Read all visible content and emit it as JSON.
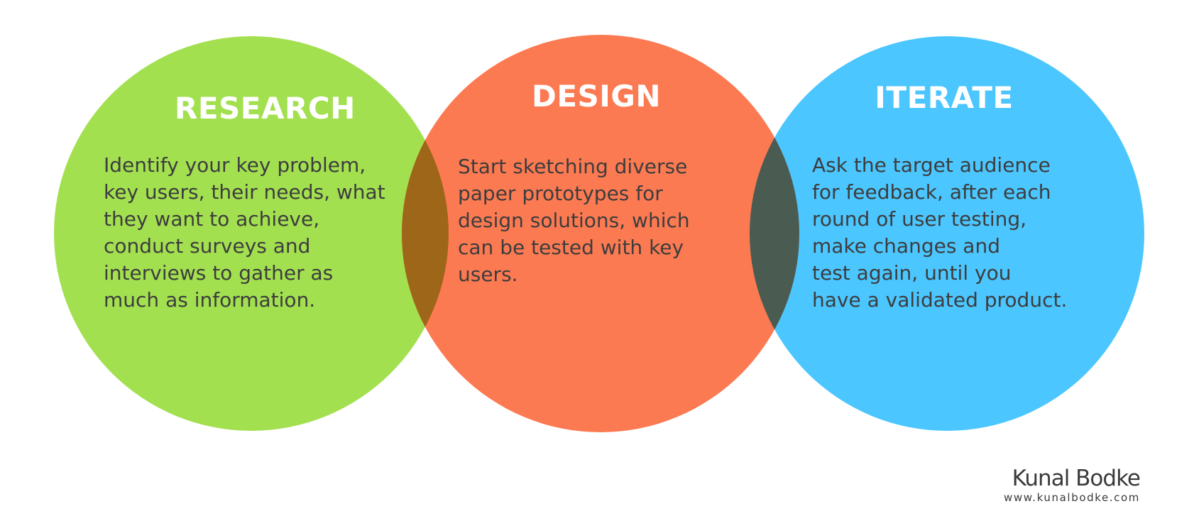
{
  "colors": {
    "research": "#a3e050",
    "design": "#fc7a52",
    "iterate": "#4bc6ff",
    "overlap_research_design": "#9e6618",
    "overlap_design_iterate": "#4a5c52",
    "heading": "#ffffff",
    "body_text": "#3d3d3d",
    "credit": "#3a3a3a"
  },
  "sections": [
    {
      "heading": "RESEARCH",
      "lines": [
        "Identify your key problem,",
        "key users, their needs, what",
        "they want to achieve,",
        "conduct surveys and",
        "interviews to gather as",
        "much as information."
      ]
    },
    {
      "heading": "DESIGN",
      "lines": [
        "Start sketching diverse",
        "paper prototypes for",
        "design solutions, which",
        "can be tested with key",
        "users."
      ]
    },
    {
      "heading": "ITERATE",
      "lines": [
        "Ask the target audience",
        "for feedback, after each",
        "round of user testing,",
        "make changes and",
        "test again, until you",
        "have a validated product."
      ]
    }
  ],
  "credit": {
    "name": "Kunal Bodke",
    "url": "www.kunalbodke.com"
  }
}
